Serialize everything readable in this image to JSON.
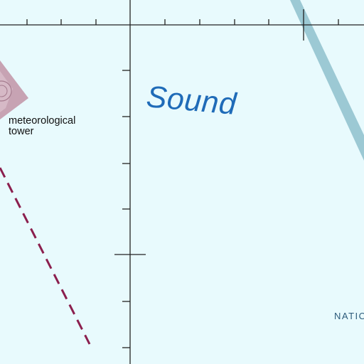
{
  "map": {
    "water_label": "Sound",
    "feature_label": {
      "line1": "meteorological",
      "line2": "tower"
    },
    "edge_label": "NATIO",
    "colors": {
      "water": "#e8fafd",
      "grid_lines": "#222222",
      "water_label": "#1f6bb8",
      "channel": "#9cc9d4",
      "dashed_boundary": "#8b1f4e",
      "structure_fill": "#c7a3b3",
      "edge_label": "#2c5a7a"
    },
    "icons": [
      "meteorological-tower-symbol"
    ]
  }
}
